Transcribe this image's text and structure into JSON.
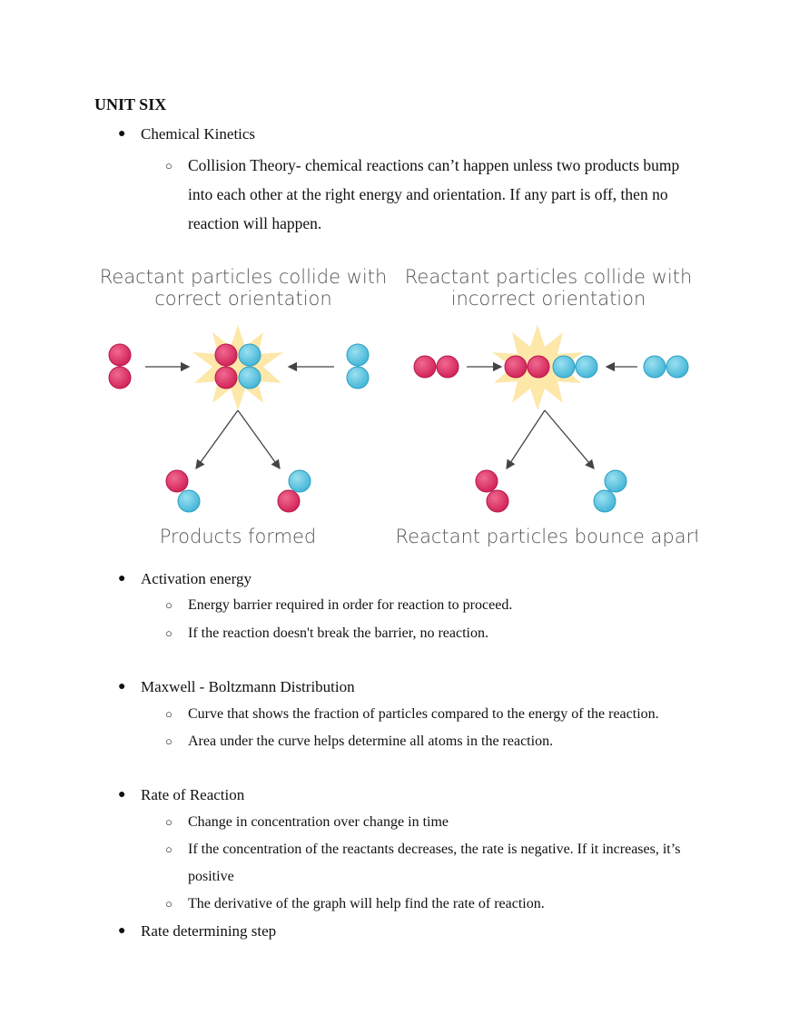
{
  "heading": "UNIT SIX",
  "bullet_char": "●",
  "sub_bullet_char": "○",
  "sections": [
    {
      "title": "Chemical Kinetics",
      "items": [
        "Collision Theory- chemical reactions can’t happen unless two products bump into each other at the right energy and orientation. If any part is off, then no reaction will happen."
      ]
    },
    {
      "title": "Activation energy",
      "items": [
        "Energy barrier required in order for reaction to proceed.",
        "If the reaction doesn't break the barrier, no reaction."
      ]
    },
    {
      "title": "Maxwell - Boltzmann Distribution",
      "items": [
        "Curve that shows the fraction of particles compared to the energy of the reaction.",
        "Area under the curve helps determine all atoms in the reaction."
      ]
    },
    {
      "title": "Rate of Reaction",
      "items": [
        "Change in concentration over change in time",
        "If the concentration of the reactants decreases, the rate is negative. If it increases, it’s positive",
        "The derivative of the graph will help find the rate of reaction."
      ]
    },
    {
      "title": "Rate determining step",
      "items": []
    }
  ],
  "diagram": {
    "left_title_line1": "Reactant particles collide with",
    "left_title_line2": "correct orientation",
    "right_title_line1": "Reactant particles collide with",
    "right_title_line2": "incorrect orientation",
    "left_caption": "Products formed",
    "right_caption": "Reactant particles bounce apart",
    "colors": {
      "red": "#e0245e",
      "blue": "#5bc6e0",
      "burst": "#fde4a0",
      "arrow": "#444444"
    }
  }
}
